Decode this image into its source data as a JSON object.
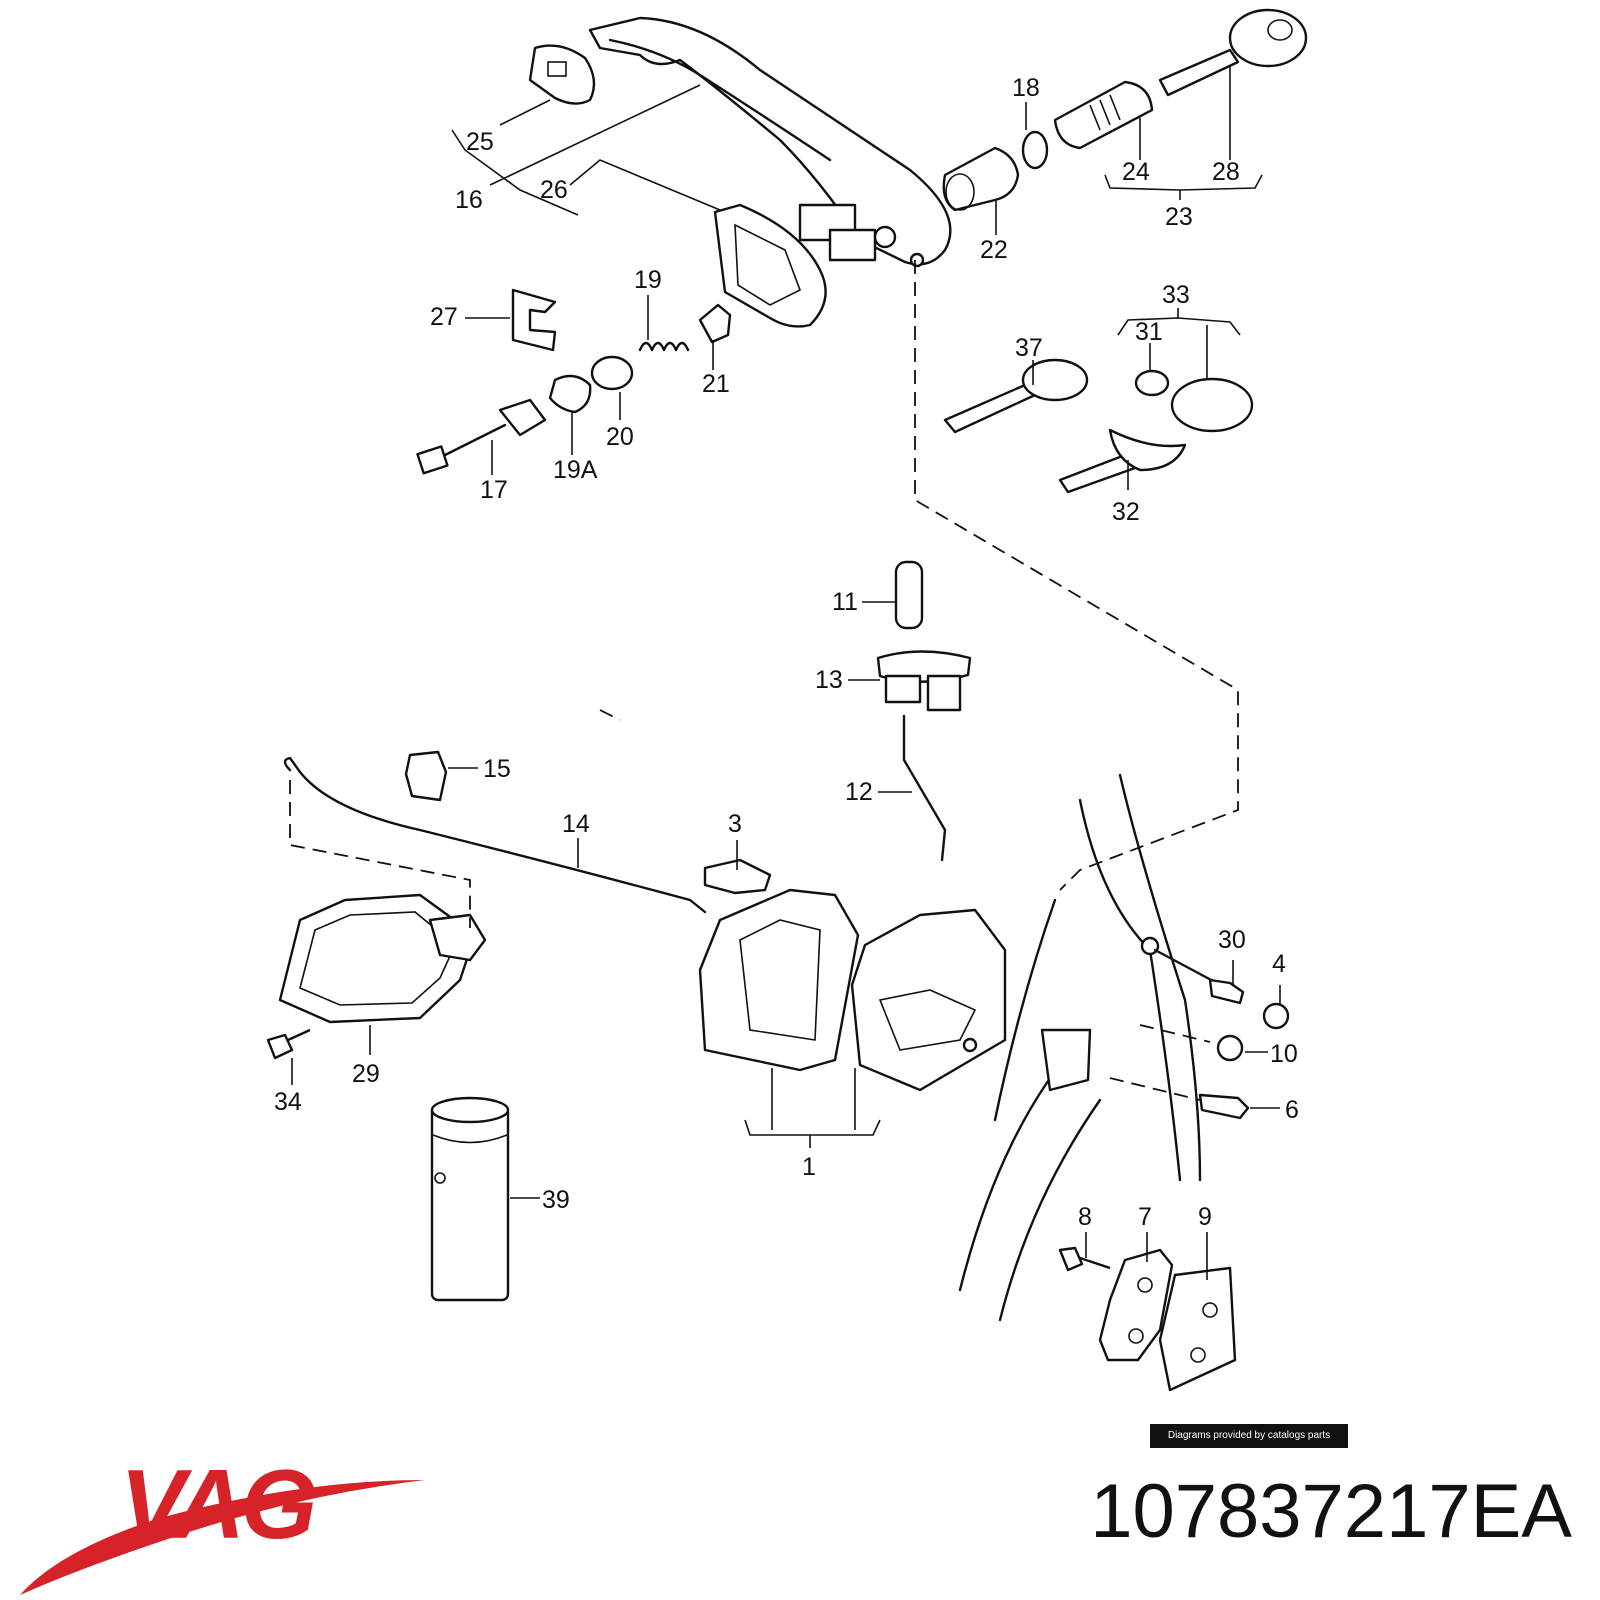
{
  "callouts": {
    "c1": "1",
    "c3": "3",
    "c4": "4",
    "c6": "6",
    "c7": "7",
    "c8": "8",
    "c9": "9",
    "c10": "10",
    "c11": "11",
    "c12": "12",
    "c13": "13",
    "c14": "14",
    "c15": "15",
    "c16": "16",
    "c17": "17",
    "c18": "18",
    "c19": "19",
    "c19A": "19A",
    "c20": "20",
    "c21": "21",
    "c22": "22",
    "c23": "23",
    "c24": "24",
    "c25": "25",
    "c26": "26",
    "c27": "27",
    "c28": "28",
    "c29": "29",
    "c30": "30",
    "c31": "31",
    "c32": "32",
    "c33": "33",
    "c34": "34",
    "c37": "37",
    "c39": "39"
  },
  "credit": "Diagrams provided by catalogs parts",
  "brand": {
    "name": "VAG",
    "color": "#d6232a"
  },
  "part_number": "107837217EA"
}
